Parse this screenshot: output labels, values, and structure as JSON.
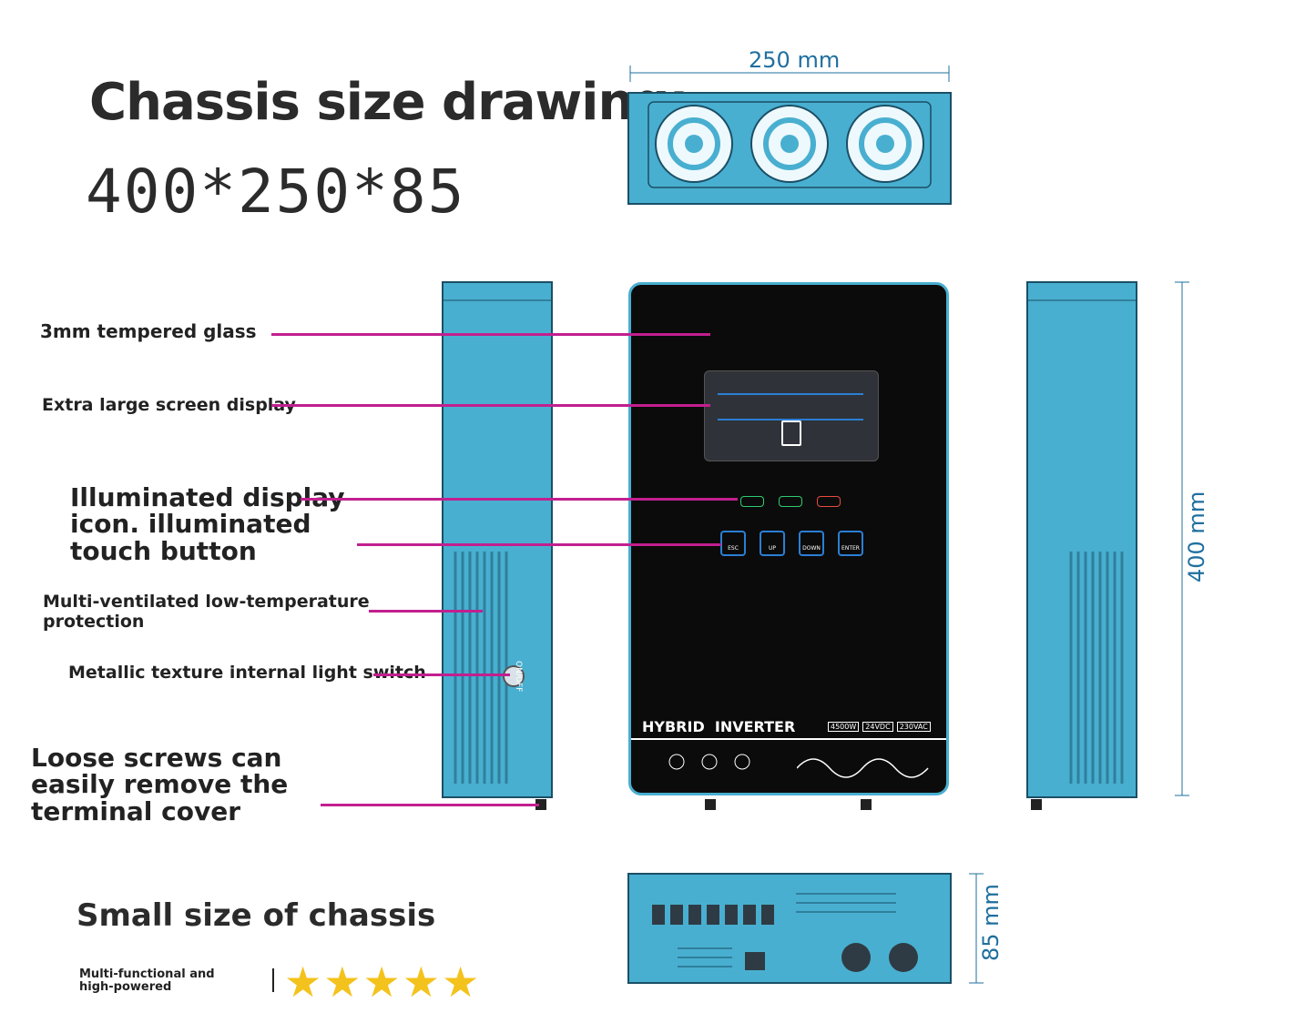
{
  "header": {
    "title": "Chassis size drawing:",
    "dimensions": "400*250*85"
  },
  "dimension_labels": {
    "width": "250 mm",
    "height": "400 mm",
    "depth": "85 mm"
  },
  "callouts": {
    "glass": "3mm tempered glass",
    "screen": "Extra large screen display",
    "illuminated_1": "Illuminated display",
    "illuminated_2": "icon. illuminated",
    "illuminated_3": "touch button",
    "vent_1": "Multi-ventilated low-temperature",
    "vent_2": "protection",
    "switch": "Metallic texture internal light switch",
    "screws_1": "Loose screws can",
    "screws_2": "easily remove the",
    "screws_3": "terminal cover"
  },
  "device": {
    "brand_text": "HYBRID  INVERTER",
    "badges": [
      "4500W",
      "24VDC",
      "230VAC"
    ],
    "buttons": [
      "ESC",
      "UP",
      "DOWN",
      "ENTER"
    ],
    "switch_label": "ON/OFF"
  },
  "footer": {
    "title": "Small size of chassis",
    "tagline_1": "Multi-functional and",
    "tagline_2": "high-powered",
    "stars": "★★★★★"
  },
  "colors": {
    "chassis": "#49afd0",
    "leader": "#c21f8f",
    "dimension": "#1f6f9f",
    "star": "#f4c21c"
  }
}
